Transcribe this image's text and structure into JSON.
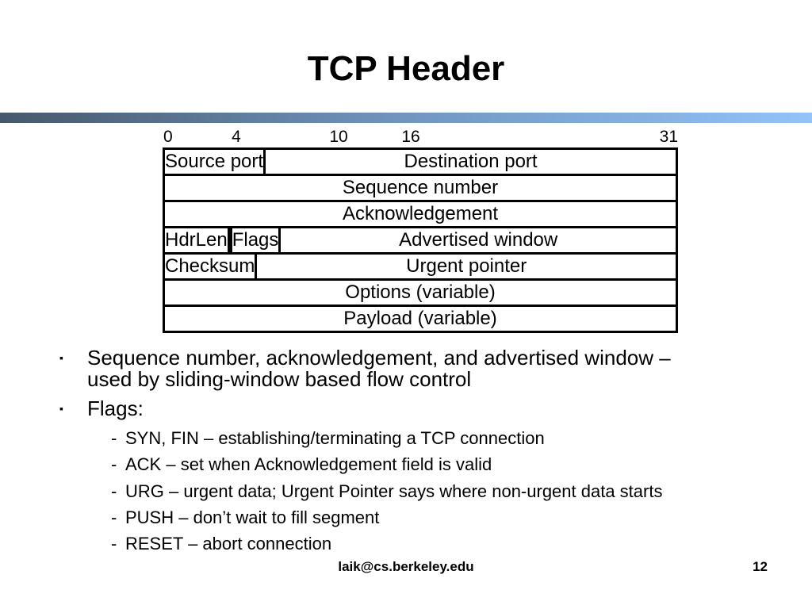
{
  "title": "TCP Header",
  "accent_bar": {
    "left_color": "#46586B",
    "mid_color": "#7096C0",
    "right_color": "#93C3F8"
  },
  "diagram": {
    "bit_ticks": [
      "0",
      "4",
      "10",
      "16",
      "31"
    ],
    "rows": [
      {
        "cells": [
          {
            "label": "Source port"
          },
          {
            "label": "Destination port"
          }
        ]
      },
      {
        "cells": [
          {
            "label": "Sequence number"
          }
        ]
      },
      {
        "cells": [
          {
            "label": "Acknowledgement"
          }
        ]
      },
      {
        "cells": [
          {
            "label": "HdrLen"
          },
          {
            "label": ""
          },
          {
            "label": "Flags"
          },
          {
            "label": "Advertised window"
          }
        ]
      },
      {
        "cells": [
          {
            "label": "Checksum"
          },
          {
            "label": "Urgent pointer"
          }
        ]
      },
      {
        "cells": [
          {
            "label": "Options (variable)"
          }
        ]
      },
      {
        "cells": [
          {
            "label": "Payload (variable)"
          }
        ]
      }
    ]
  },
  "markers": {
    "level1": "▪",
    "level2": "-"
  },
  "content": [
    {
      "lines": [
        "Sequence number, acknowledgement, and advertised window –",
        "used by sliding-window based flow control"
      ]
    },
    {
      "lines": [
        "Flags:"
      ]
    },
    {
      "lines": [
        "SYN, FIN – establishing/terminating a TCP connection"
      ]
    },
    {
      "lines": [
        "ACK – set when Acknowledgement field is valid"
      ]
    },
    {
      "lines": [
        "URG – urgent data; Urgent Pointer says where non-urgent data starts"
      ]
    },
    {
      "lines": [
        "PUSH – don’t wait to fill segment"
      ]
    },
    {
      "lines": [
        "RESET – abort connection"
      ]
    }
  ],
  "footer": {
    "email": "laik@cs.berkeley.edu",
    "page_number": "12"
  }
}
